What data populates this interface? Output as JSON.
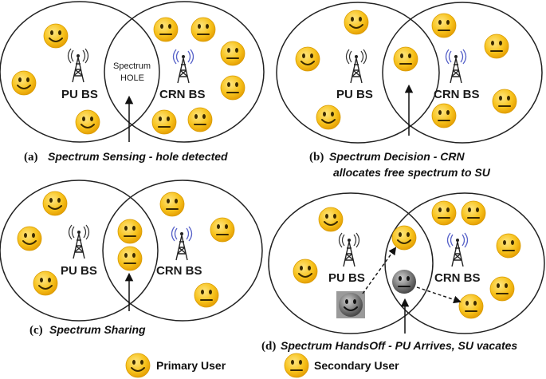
{
  "panels": [
    {
      "id": "a",
      "pu_label": "PU BS",
      "crn_label": "CRN BS",
      "hole_label_line1": "Spectrum",
      "hole_label_line2": "HOLE",
      "caption_letter": "(a)",
      "caption_line1": "Spectrum Sensing - hole detected",
      "caption_line2": ""
    },
    {
      "id": "b",
      "pu_label": "PU BS",
      "crn_label": "CRN BS",
      "caption_letter": "(b)",
      "caption_line1": "Spectrum Decision - CRN",
      "caption_line2": "allocates free spectrum to SU"
    },
    {
      "id": "c",
      "pu_label": "PU BS",
      "crn_label": "CRN BS",
      "caption_letter": "(c)",
      "caption_line1": "Spectrum Sharing",
      "caption_line2": ""
    },
    {
      "id": "d",
      "pu_label": "PU BS",
      "crn_label": "CRN BS",
      "caption_letter": "(d)",
      "caption_line1": "Spectrum HandsOff - PU Arrives, SU vacates",
      "caption_line2": ""
    }
  ],
  "legend": {
    "primary": "Primary User",
    "secondary": "Secondary User"
  },
  "colors": {
    "face": "#f7c21c",
    "face_edge": "#e0a800",
    "vacated_face": "#7a7a7a",
    "circle_stroke": "#222222"
  },
  "icons": {
    "primary_user": "smiling-face-icon",
    "secondary_user": "neutral-face-icon",
    "base_station": "radio-tower-icon"
  }
}
